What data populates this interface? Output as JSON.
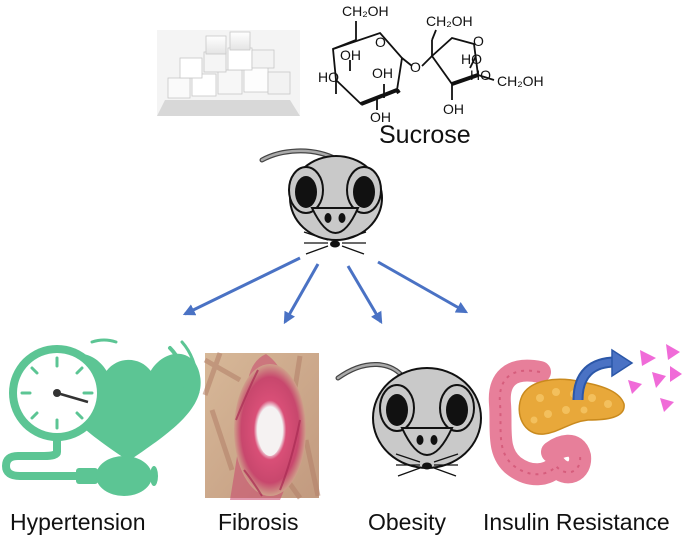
{
  "molecule": {
    "name": "Sucrose",
    "glucose_groups": {
      "ch2oh_top": "CH₂OH",
      "oh_1": "OH",
      "oh_2": "OH",
      "oh_3": "OH",
      "ho": "HO"
    },
    "fructose_groups": {
      "ch2oh_top": "CH₂OH",
      "ho_1": "HO",
      "ho_2": "HO",
      "ch2oh_right": "CH₂OH",
      "oh_bottom": "OH"
    },
    "ring_o_glucose": "O",
    "ring_o_fructose": "O",
    "bridge_o": "O"
  },
  "outcomes": [
    {
      "label": "Hypertension",
      "icon": "blood-pressure-heart"
    },
    {
      "label": "Fibrosis",
      "icon": "tissue-histology"
    },
    {
      "label": "Obesity",
      "icon": "obese-mouse"
    },
    {
      "label": "Insulin Resistance",
      "icon": "pancreas"
    }
  ],
  "colors": {
    "arrow": "#4a72c4",
    "heart": "#5cc594",
    "fibrosis": "#c83a63",
    "pancreas": "#e8a83a",
    "intestine": "#e77f9a",
    "insulin": "#f06bd8",
    "mouse": "#c9c9c9"
  }
}
